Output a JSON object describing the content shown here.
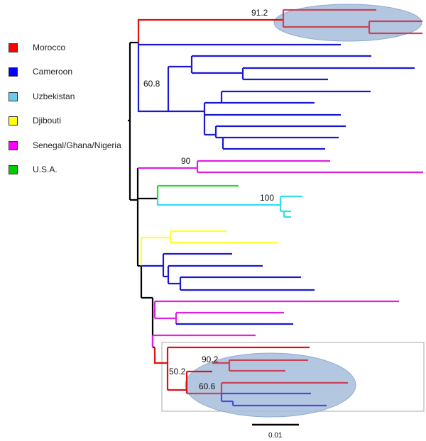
{
  "legend": [
    {
      "label": "Morocco",
      "color": "#ff0000"
    },
    {
      "label": "Cameroon",
      "color": "#0000ff"
    },
    {
      "label": "Uzbekistan",
      "color": "#66ccee"
    },
    {
      "label": "Djibouti",
      "color": "#ffff00"
    },
    {
      "label": "Senegal/Ghana/Nigeria",
      "color": "#ff00ff"
    },
    {
      "label": "U.S.A.",
      "color": "#00cc00"
    }
  ],
  "node_labels": [
    "91.2",
    "60.8",
    "90",
    "100",
    "90.2",
    "50.2",
    "60.6"
  ],
  "scale_bar": {
    "label": "0.01"
  },
  "branch_colors": {
    "morocco": "#dd1111",
    "morocco_light": "#c8445a",
    "cameroon": "#1a1acc",
    "cameroon_light": "#4a4ae0",
    "uzbekistan": "#33ddee",
    "djibouti": "#ffff33",
    "senegal": "#dd22dd",
    "usa": "#22dd22",
    "backbone": "#000000"
  }
}
